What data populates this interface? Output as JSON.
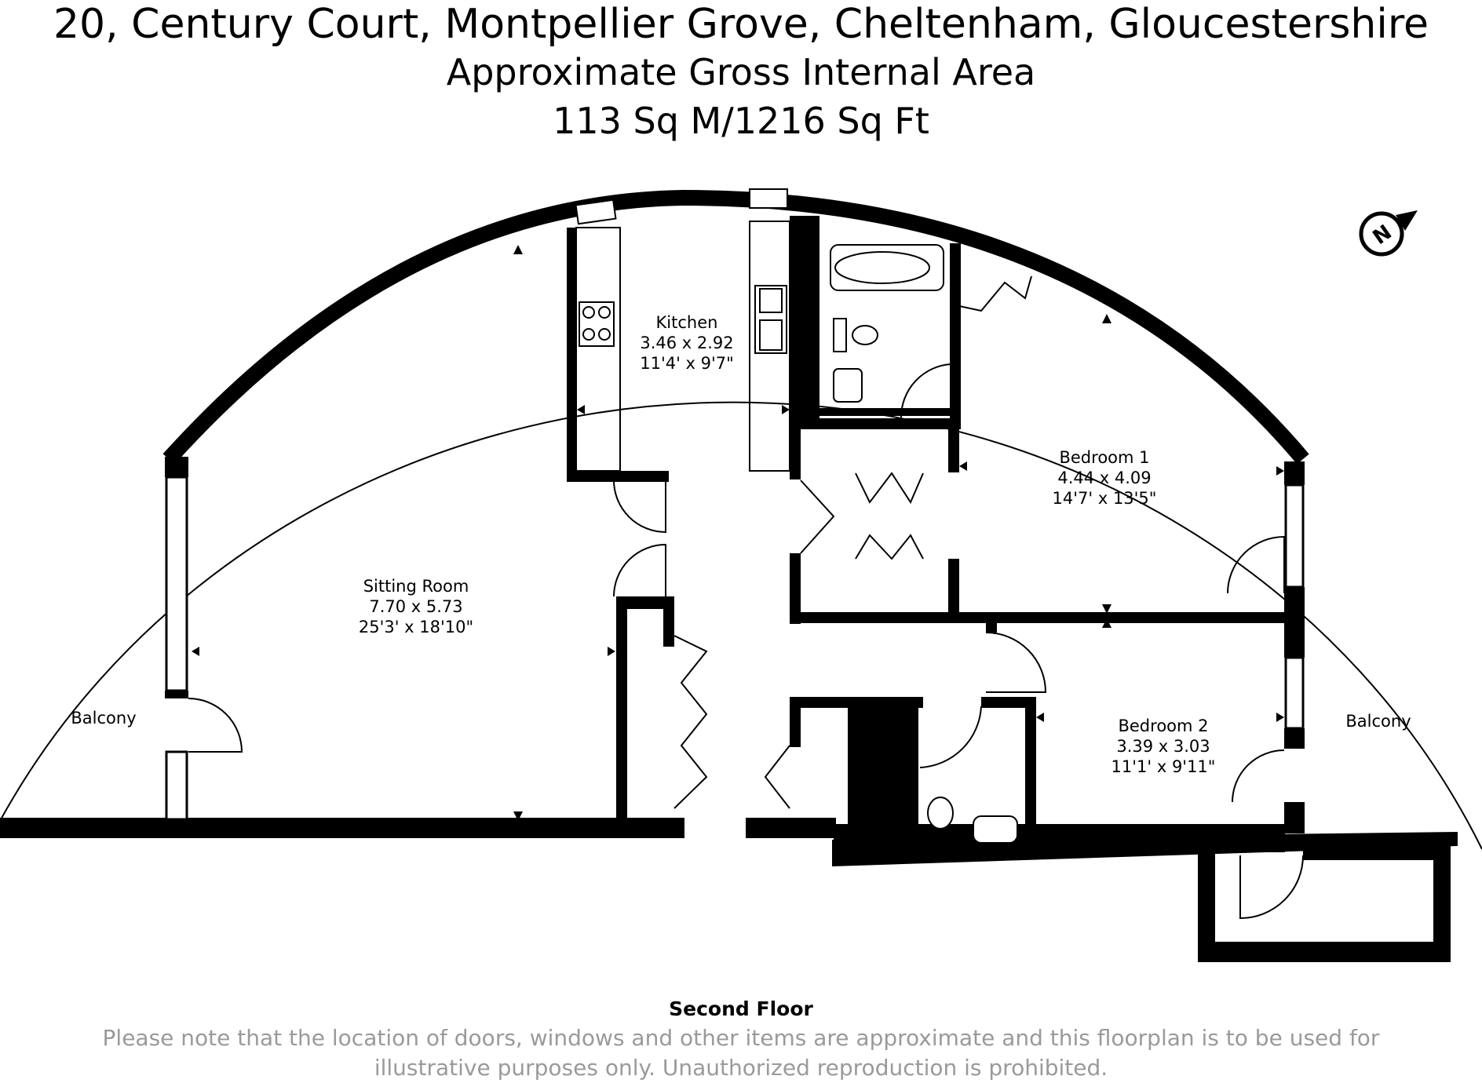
{
  "header": {
    "address": "20, Century Court, Montpellier Grove, Cheltenham, Gloucestershire",
    "area_title": "Approximate Gross Internal Area",
    "area_value": "113 Sq M/1216 Sq Ft"
  },
  "compass": {
    "letter": "N",
    "icon": "north-compass-icon"
  },
  "rooms": {
    "kitchen": {
      "name": "Kitchen",
      "metric": "3.46 x 2.92",
      "imperial": "11'4' x 9'7\""
    },
    "sitting": {
      "name": "Sitting Room",
      "metric": "7.70 x 5.73",
      "imperial": "25'3' x 18'10\""
    },
    "bedroom1": {
      "name": "Bedroom 1",
      "metric": "4.44 x 4.09",
      "imperial": "14'7' x 13'5\""
    },
    "bedroom2": {
      "name": "Bedroom 2",
      "metric": "3.39 x 3.03",
      "imperial": "11'1' x 9'11\""
    },
    "balcony_left": {
      "name": "Balcony"
    },
    "balcony_right": {
      "name": "Balcony"
    }
  },
  "floor_name": "Second Floor",
  "disclaimer": "Please note that the location of doors, windows and other items are approximate and this floorplan is to be used for illustrative purposes only. Unauthorized reproduction is prohibited.",
  "colors": {
    "wall": "#000000",
    "background": "#ffffff",
    "disclaimer_text": "#9a9a9a"
  }
}
